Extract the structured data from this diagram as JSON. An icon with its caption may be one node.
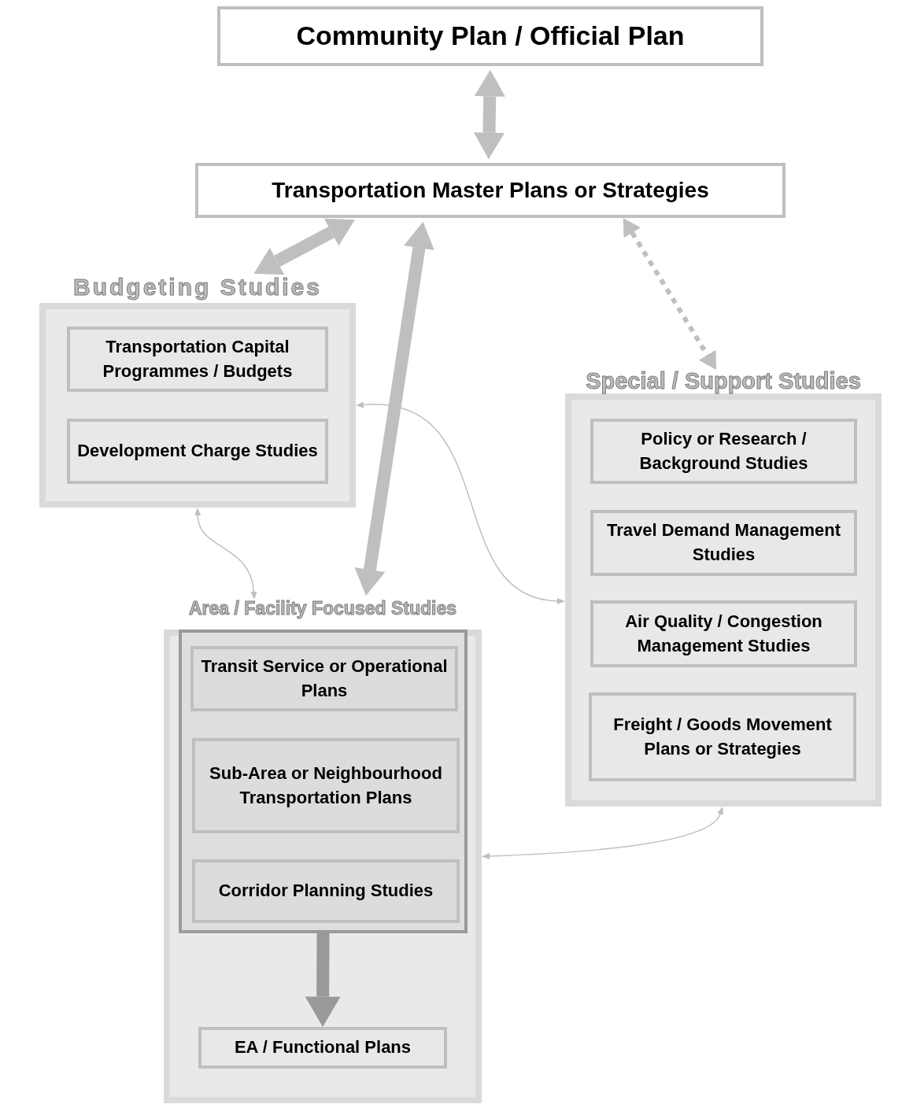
{
  "diagram": {
    "nodes": [
      {
        "text": [
          "Community Plan / Official Plan"
        ]
      },
      {
        "text": [
          "Transportation Master Plans or Strategies"
        ]
      },
      {
        "text": [
          "Budgeting Studies"
        ]
      },
      {
        "text": [
          "Transportation Capital Programmes / Budgets"
        ],
        "in": 2
      },
      {
        "text": [
          "Development Charge Studies"
        ],
        "in": 2
      },
      {
        "text": [
          "Special / Support Studies"
        ]
      },
      {
        "text": [
          "Policy or Research / Background Studies"
        ],
        "in": 5
      },
      {
        "text": [
          "Travel Demand Management Studies"
        ],
        "in": 5
      },
      {
        "text": [
          "Air Quality / Congestion Management Studies"
        ],
        "in": 5
      },
      {
        "text": [
          "Freight / Goods Movement Plans or Strategies"
        ],
        "in": 5
      },
      {
        "text": [
          "Area / Facility Focused Studies"
        ]
      },
      {
        "text": [],
        "shape": "box",
        "in": 10
      },
      {
        "text": [
          "Transit Service or Operational Plans"
        ],
        "in": 11
      },
      {
        "text": [
          "Sub-Area or Neighbourhood Transportation Plans"
        ],
        "in": 11
      },
      {
        "text": [
          "Corridor Planning Studies"
        ],
        "in": 11
      },
      {
        "text": [
          "EA / Functional Plans"
        ],
        "in": 10
      }
    ],
    "edges": [
      {
        "from": 0,
        "to": 1,
        "arrow": "both",
        "style": "thick"
      },
      {
        "from": 1,
        "to": 2,
        "arrow": "both",
        "style": "thick"
      },
      {
        "from": 1,
        "to": 10,
        "arrow": "both",
        "style": "thick"
      },
      {
        "from": 1,
        "to": 5,
        "arrow": "both",
        "style": "dashed"
      },
      {
        "from": 2,
        "to": 10,
        "arrow": "both"
      },
      {
        "from": 2,
        "to": 5,
        "arrow": "both"
      },
      {
        "from": 10,
        "to": 5,
        "arrow": "both"
      },
      {
        "from": 11,
        "to": 15,
        "arrow": "to",
        "style": "thick",
        "color": "#999999"
      }
    ]
  }
}
